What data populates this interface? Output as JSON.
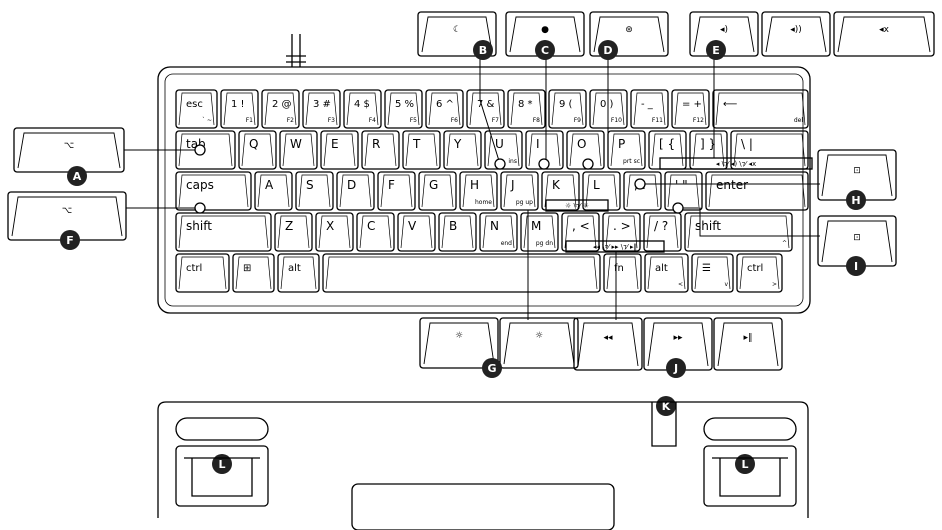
{
  "rows": [
    [
      {
        "main": "esc",
        "sub": "` ~"
      },
      {
        "main": "1 !",
        "sub": "F1"
      },
      {
        "main": "2 @",
        "sub": "F2"
      },
      {
        "main": "3 #",
        "sub": "F3"
      },
      {
        "main": "4 $",
        "sub": "F4"
      },
      {
        "main": "5 %",
        "sub": "F5"
      },
      {
        "main": "6 ^",
        "sub": "F6"
      },
      {
        "main": "7 &",
        "sub": "F7"
      },
      {
        "main": "8 *",
        "sub": "F8"
      },
      {
        "main": "9 (",
        "sub": "F9"
      },
      {
        "main": "0 )",
        "sub": "F10"
      },
      {
        "main": "- _",
        "sub": "F11"
      },
      {
        "main": "= +",
        "sub": "F12"
      },
      {
        "main": "⟵",
        "sub": "del"
      }
    ],
    [
      {
        "main": "tab",
        "sub": ""
      },
      {
        "main": "Q",
        "sub": ""
      },
      {
        "main": "W",
        "sub": ""
      },
      {
        "main": "E",
        "sub": ""
      },
      {
        "main": "R",
        "sub": ""
      },
      {
        "main": "T",
        "sub": ""
      },
      {
        "main": "Y",
        "sub": ""
      },
      {
        "main": "U",
        "sub": "ins"
      },
      {
        "main": "I",
        "sub": ""
      },
      {
        "main": "O",
        "sub": ""
      },
      {
        "main": "P",
        "sub": "prt sc"
      },
      {
        "main": "[ {",
        "sub": ""
      },
      {
        "main": "] }",
        "sub": ""
      },
      {
        "main": "\\ |",
        "sub": ""
      }
    ],
    [
      {
        "main": "caps",
        "sub": ""
      },
      {
        "main": "A",
        "sub": ""
      },
      {
        "main": "S",
        "sub": ""
      },
      {
        "main": "D",
        "sub": ""
      },
      {
        "main": "F",
        "sub": ""
      },
      {
        "main": "G",
        "sub": ""
      },
      {
        "main": "H",
        "sub": "home"
      },
      {
        "main": "J",
        "sub": "pg up"
      },
      {
        "main": "K",
        "sub": ""
      },
      {
        "main": "L",
        "sub": ""
      },
      {
        "main": "; :",
        "sub": ""
      },
      {
        "main": "' \"",
        "sub": ""
      },
      {
        "main": "enter",
        "sub": ""
      }
    ],
    [
      {
        "main": "shift",
        "sub": ""
      },
      {
        "main": "Z",
        "sub": ""
      },
      {
        "main": "X",
        "sub": ""
      },
      {
        "main": "C",
        "sub": ""
      },
      {
        "main": "V",
        "sub": ""
      },
      {
        "main": "B",
        "sub": ""
      },
      {
        "main": "N",
        "sub": "end"
      },
      {
        "main": "M",
        "sub": "pg dn"
      },
      {
        "main": ", <",
        "sub": ""
      },
      {
        "main": ". >",
        "sub": ""
      },
      {
        "main": "/ ?",
        "sub": ""
      },
      {
        "main": "shift",
        "sub": "^"
      }
    ],
    [
      {
        "main": "ctrl",
        "sub": ""
      },
      {
        "main": "⊞",
        "sub": ""
      },
      {
        "main": "alt",
        "sub": ""
      },
      {
        "main": "",
        "sub": ""
      },
      {
        "main": "fn",
        "sub": ""
      },
      {
        "main": "alt",
        "sub": "<"
      },
      {
        "main": "☰",
        "sub": "v"
      },
      {
        "main": "ctrl",
        "sub": ">"
      }
    ]
  ],
  "callouts": [
    "A",
    "B",
    "C",
    "D",
    "E",
    "F",
    "G",
    "H",
    "I",
    "J",
    "K",
    "L",
    "L"
  ],
  "strips": {
    "e_strip": "◂  \\⁊⁄  ◂)  \\⁊⁄  ◂x",
    "g_strip": "☼  \\⁊⁄  ☼",
    "j_strip": "◂◂  \\⁊⁄  ▸▸  \\⁊⁄  ▸‖"
  },
  "icons": {
    "moon": "☾",
    "record": "●",
    "gear": "⊛",
    "vol_down": "◂)",
    "vol_up": "◂))",
    "mute": "◂x",
    "bright_down": "☼",
    "bright_up": "☼",
    "prev": "◂◂",
    "next": "▸▸",
    "play": "▸‖"
  }
}
